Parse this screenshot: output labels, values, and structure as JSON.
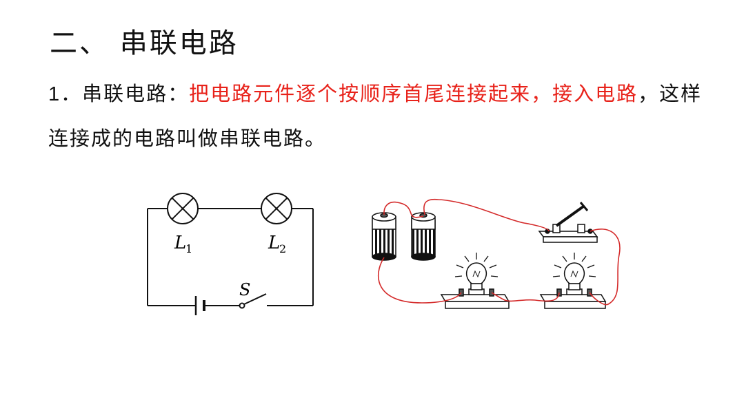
{
  "heading": "二、 串联电路",
  "definition": {
    "number": "1．",
    "term": "串联电路：",
    "highlight": "把电路元件逐个按顺序首尾连接起来，接入电路",
    "rest": "，这样连接成的电路叫做串联电路。"
  },
  "schematic": {
    "lamp1_letter": "L",
    "lamp1_sub": "1",
    "lamp2_letter": "L",
    "lamp2_sub": "2",
    "switch_label": "S"
  },
  "colors": {
    "highlight": "#e8221a",
    "wire": "#d42a2a"
  }
}
